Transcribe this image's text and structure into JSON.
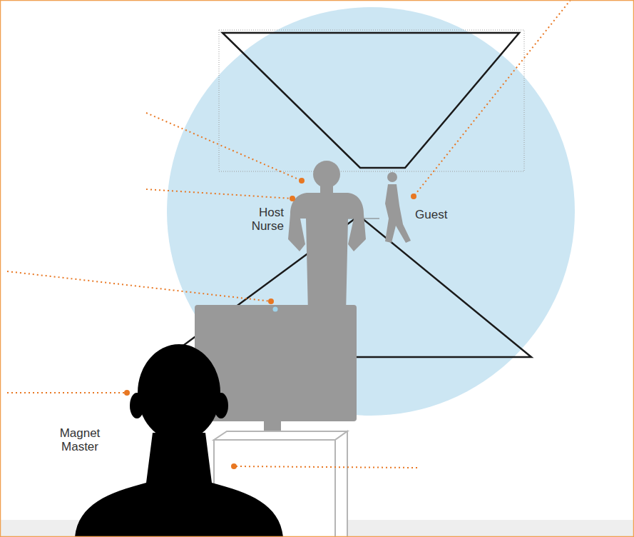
{
  "diagram": {
    "labels": [
      "Host Nurse",
      "Guest",
      "Magnet Master"
    ]
  }
}
